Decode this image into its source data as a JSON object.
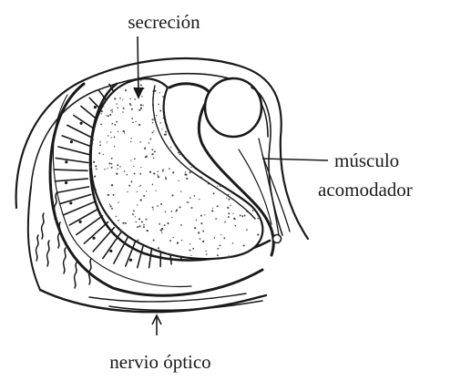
{
  "labels": {
    "secretion": "secreción",
    "muscle_line1": "músculo",
    "muscle_line2": "acomodador",
    "optic_nerve": "nervio óptico"
  },
  "colors": {
    "ink": "#1a1a1a",
    "stipple": "#4a4a4a",
    "paper": "#ffffff"
  }
}
